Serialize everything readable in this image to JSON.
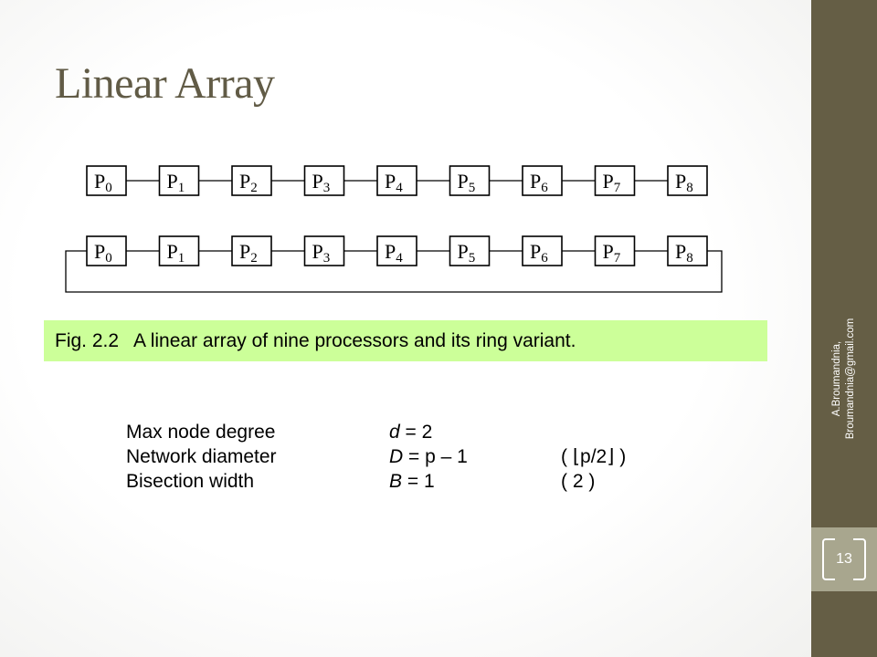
{
  "title": "Linear Array",
  "figure": {
    "nodes": [
      "P",
      "P",
      "P",
      "P",
      "P",
      "P",
      "P",
      "P",
      "P"
    ],
    "subscripts": [
      "0",
      "1",
      "2",
      "3",
      "4",
      "5",
      "6",
      "7",
      "8"
    ],
    "caption_number": "Fig. 2.2",
    "caption_text": "A linear array of nine processors and its ring variant."
  },
  "metrics": [
    {
      "label": "Max node degree",
      "var": "d",
      "formula": " = 2",
      "note": ""
    },
    {
      "label": "Network diameter",
      "var": "D",
      "formula": " = p – 1",
      "note": "( ⌊p/2⌋ )"
    },
    {
      "label": "Bisection width",
      "var": "B",
      "formula": " = 1",
      "note": "( 2 )"
    }
  ],
  "sidebar": {
    "author": "A.Broumandnia,",
    "email": "Broumandnia@gmail.com",
    "page_number": "13"
  },
  "colors": {
    "title": "#615b46",
    "sidebar": "#655e45",
    "sidebar_accent": "#a8a68e",
    "caption_bg": "#ccff99"
  }
}
